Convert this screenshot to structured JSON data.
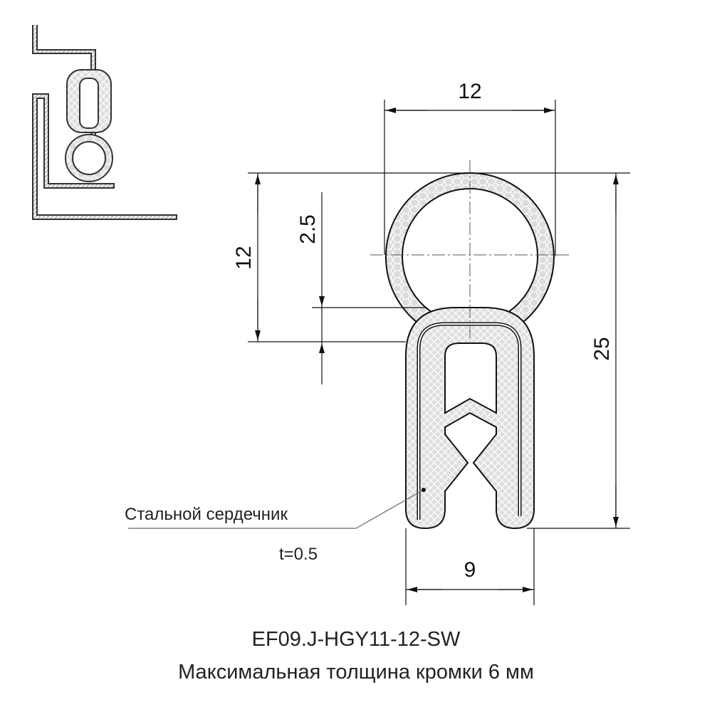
{
  "dimensions": {
    "width_top": "12",
    "bulb_height": "12",
    "gap": "2.5",
    "total_height": "25",
    "width_bottom": "9"
  },
  "annotation": {
    "core_label": "Стальной сердечник",
    "thickness": "t=0.5"
  },
  "caption": {
    "part_number": "EF09.J-HGY11-12-SW",
    "description": "Максимальная толщина кромки 6 мм"
  },
  "colors": {
    "line": "#111111",
    "fill": "#d9d9d9"
  }
}
